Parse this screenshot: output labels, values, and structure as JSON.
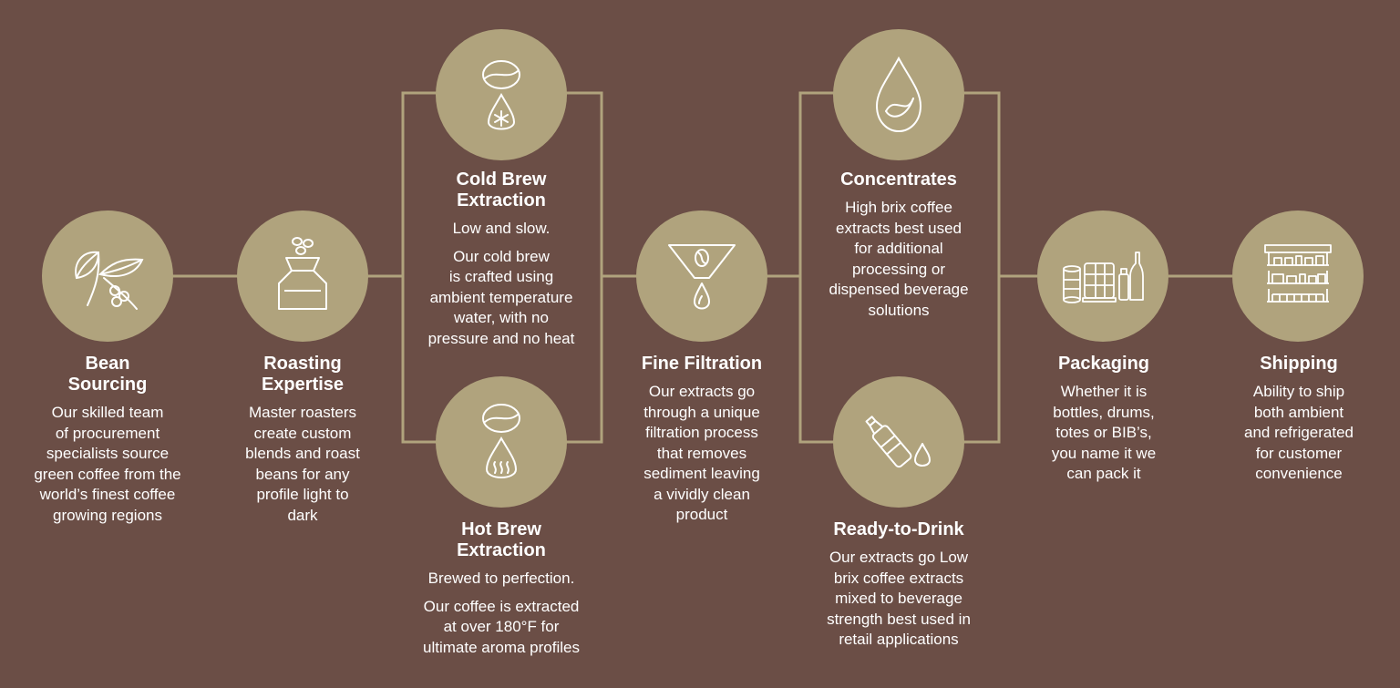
{
  "colors": {
    "background": "#6b4e46",
    "accent": "#b0a37d",
    "text": "#ffffff"
  },
  "steps": {
    "bean_sourcing": {
      "icon": "coffee-plant-icon",
      "title": "Bean\nSourcing",
      "desc": "Our skilled team\nof procurement\nspecialists source\ngreen coffee from the\nworld’s finest coffee\ngrowing regions"
    },
    "roasting": {
      "icon": "roaster-icon",
      "title": "Roasting\nExpertise",
      "desc": "Master roasters\ncreate custom\nblends and roast\nbeans for any\nprofile light to\ndark"
    },
    "cold_brew": {
      "icon": "cold-brew-icon",
      "title": "Cold Brew\nExtraction",
      "tagline": "Low and slow.",
      "desc": "Our cold brew\nis crafted using\nambient temperature\nwater, with no\npressure and no heat"
    },
    "hot_brew": {
      "icon": "hot-brew-icon",
      "title": "Hot Brew\nExtraction",
      "tagline": "Brewed to perfection.",
      "desc": "Our coffee is extracted\nat over 180°F for\nultimate aroma profiles"
    },
    "filtration": {
      "icon": "filter-icon",
      "title": "Fine Filtration",
      "desc": "Our extracts go\nthrough a unique\nfiltration process\nthat removes\nsediment leaving\na vividly clean\nproduct"
    },
    "concentrates": {
      "icon": "concentrate-drop-icon",
      "title": "Concentrates",
      "desc": "High brix coffee\nextracts best used\nfor additional\nprocessing or\ndispensed beverage\nsolutions"
    },
    "rtd": {
      "icon": "bottle-icon",
      "title": "Ready-to-Drink",
      "desc": "Our extracts go Low\nbrix coffee extracts\nmixed to beverage\nstrength best used in\nretail applications"
    },
    "packaging": {
      "icon": "packaging-icon",
      "title": "Packaging",
      "desc": "Whether it is\nbottles, drums,\ntotes or BIB’s,\nyou name it we\ncan pack it"
    },
    "shipping": {
      "icon": "shelves-icon",
      "title": "Shipping",
      "desc": "Ability to ship\nboth ambient\nand refrigerated\nfor customer\nconvenience"
    }
  }
}
